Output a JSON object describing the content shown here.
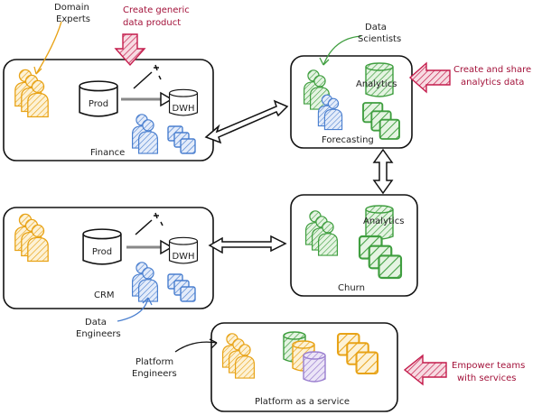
{
  "annotations": {
    "domain_experts": [
      "Domain",
      "Experts"
    ],
    "create_generic": [
      "Create generic",
      "data product"
    ],
    "data_scientists": [
      "Data",
      "Scientists"
    ],
    "create_share": [
      "Create and share",
      "analytics data"
    ],
    "data_engineers": [
      "Data",
      "Engineers"
    ],
    "platform_engineers": [
      "Platform",
      "Engineers"
    ],
    "empower": [
      "Empower teams",
      "with services"
    ]
  },
  "domains": {
    "finance": {
      "label": "Finance",
      "source_db": "Prod",
      "target_db": "DWH"
    },
    "crm": {
      "label": "CRM",
      "source_db": "Prod",
      "target_db": "DWH"
    },
    "forecasting": {
      "label": "Forecasting",
      "db": "Analytics"
    },
    "churn": {
      "label": "Churn",
      "db": "Analytics"
    },
    "platform": {
      "label": "Platform as a service"
    }
  },
  "colors": {
    "domain_expert": "#e8a317",
    "data_engineer": "#4a7fcf",
    "data_scientist": "#3f9e3f",
    "highlight_note": "#a3123a",
    "highlight_arrow": "#c41c4c",
    "lilac": "#9a7fcf"
  }
}
